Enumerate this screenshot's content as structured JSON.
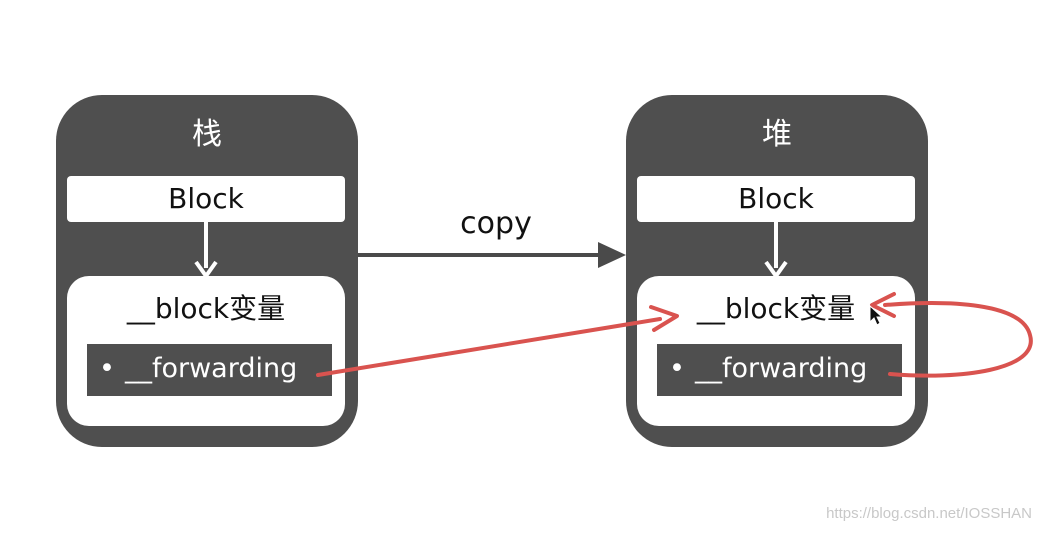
{
  "stack_panel": {
    "title": "栈",
    "block_label": "Block",
    "var_label": "__block变量",
    "forwarding_bullet": "•",
    "forwarding_label": "__forwarding"
  },
  "heap_panel": {
    "title": "堆",
    "block_label": "Block",
    "var_label": "__block变量",
    "forwarding_bullet": "•",
    "forwarding_label": "__forwarding"
  },
  "copy_arrow": {
    "label": "copy"
  },
  "watermark": "https://blog.csdn.net/IOSSHAN",
  "colors": {
    "panel": "#4f4f4f",
    "pointer_arrow": "#d9534f",
    "copy_arrow": "#4a4a4a"
  }
}
